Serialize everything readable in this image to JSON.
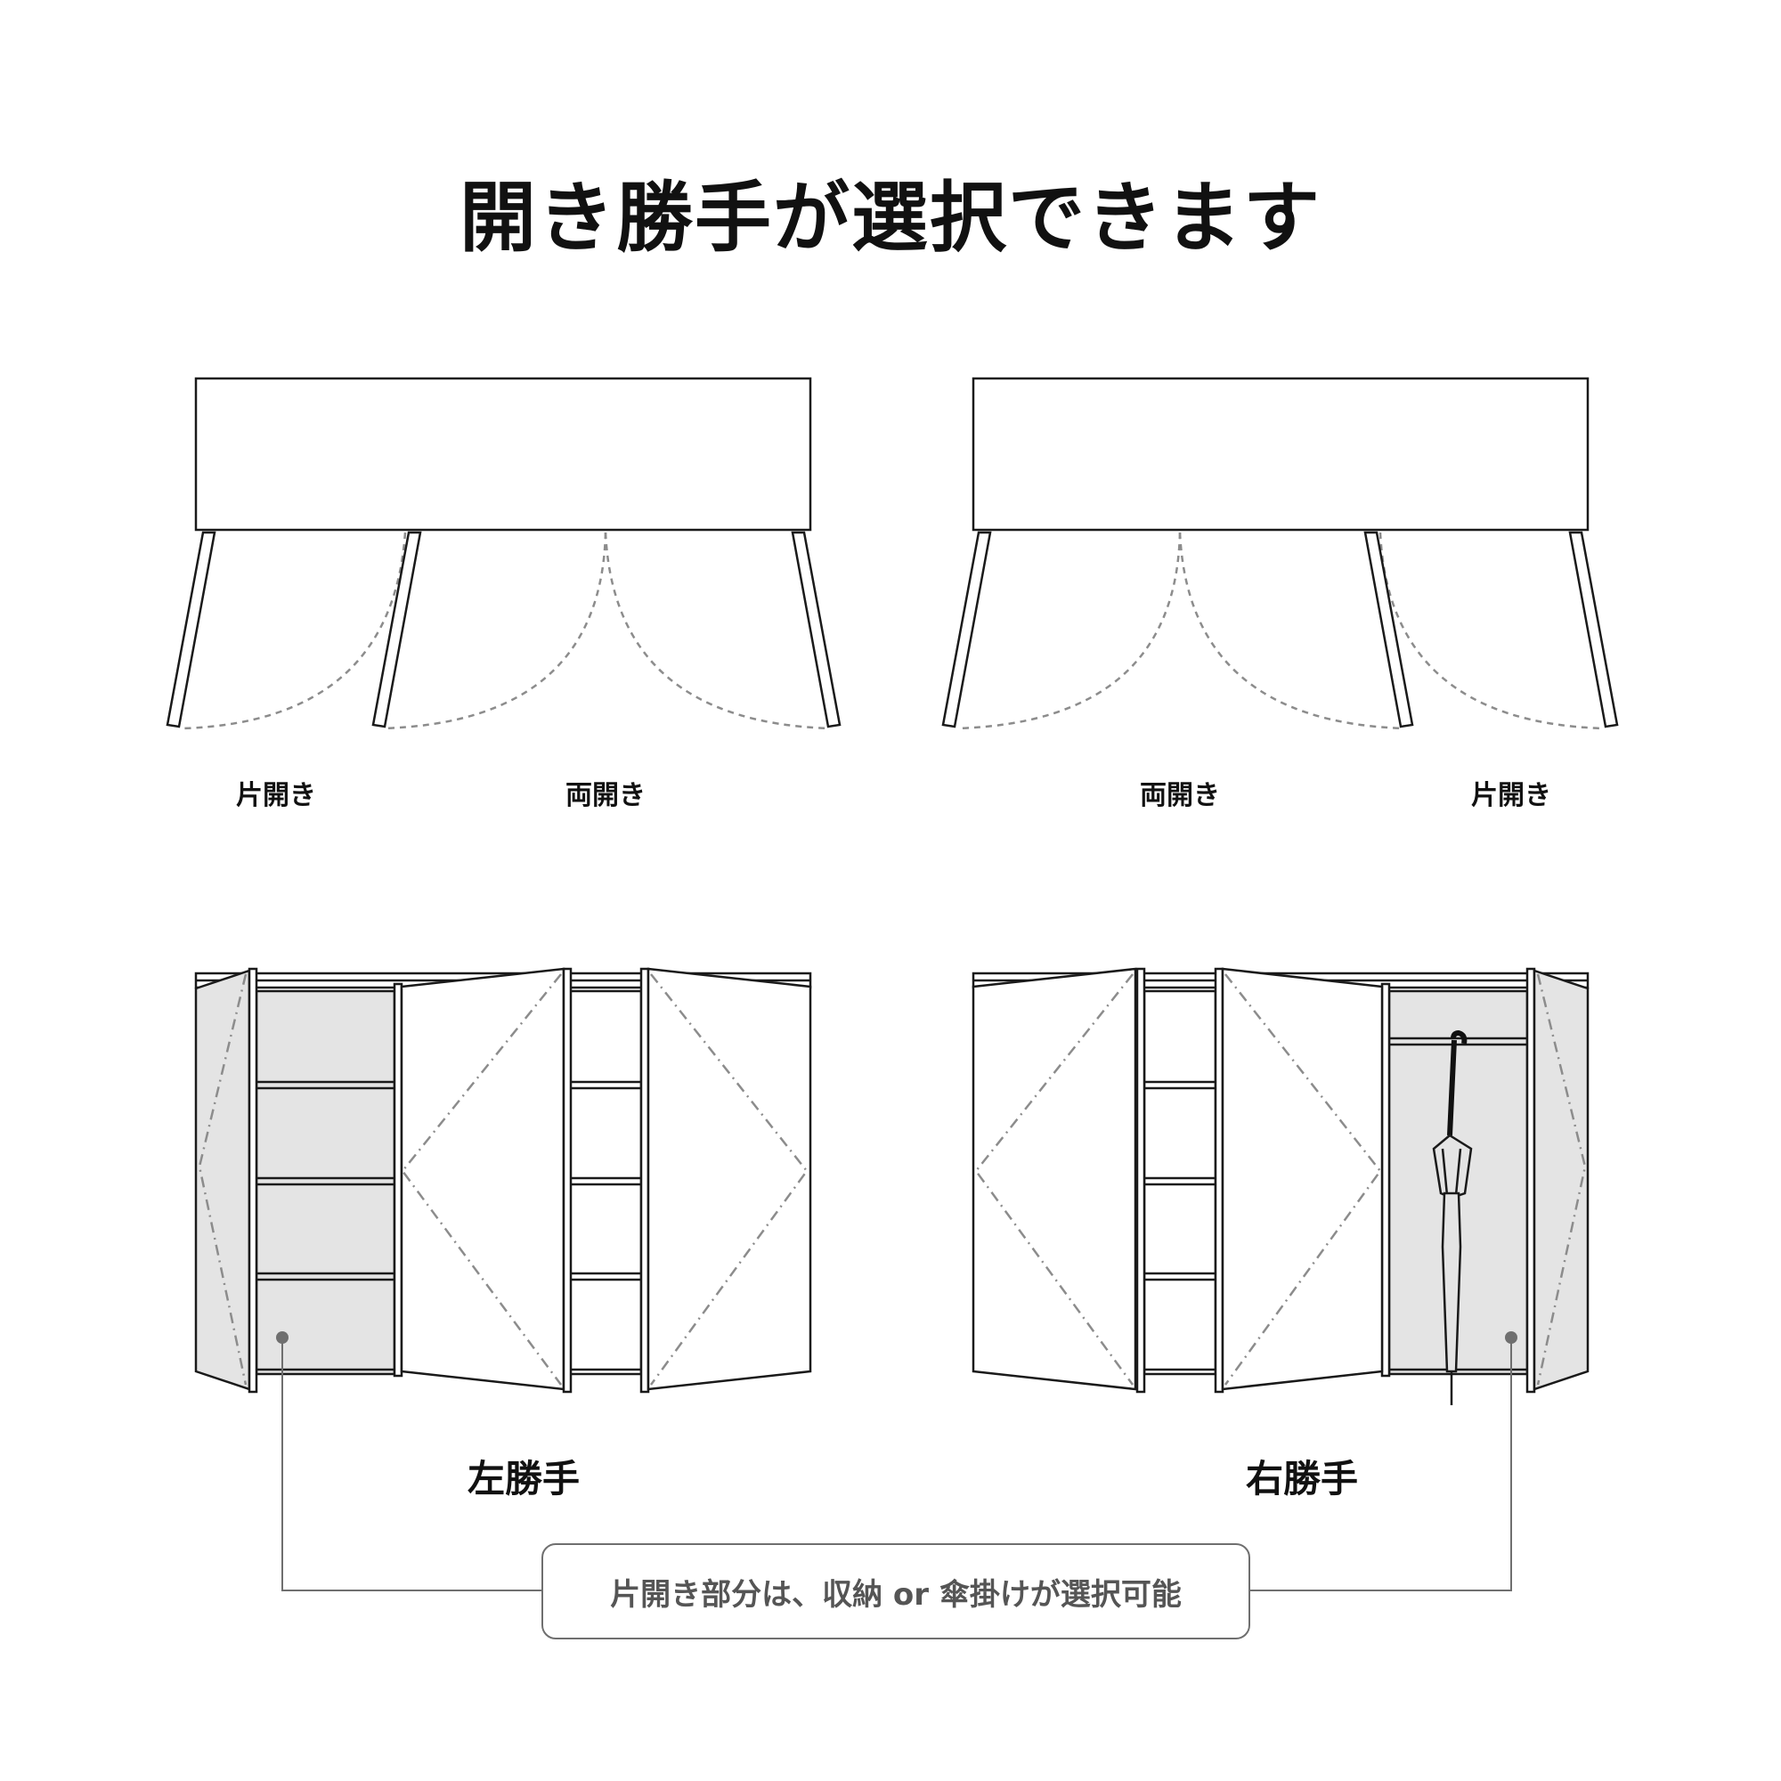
{
  "title": "開き勝手が選択できます",
  "top": {
    "left": {
      "labels": [
        "片開き",
        "両開き"
      ]
    },
    "right": {
      "labels": [
        "両開き",
        "片開き"
      ]
    }
  },
  "bottom": {
    "left_label": "左勝手",
    "right_label": "右勝手"
  },
  "note": "片開き部分は、収納 or 傘掛けが選択可能",
  "colors": {
    "line": "#1a1a1a",
    "dashed": "#8c8c8c",
    "shade": "#e4e4e4",
    "leader": "#6f6f6f"
  }
}
